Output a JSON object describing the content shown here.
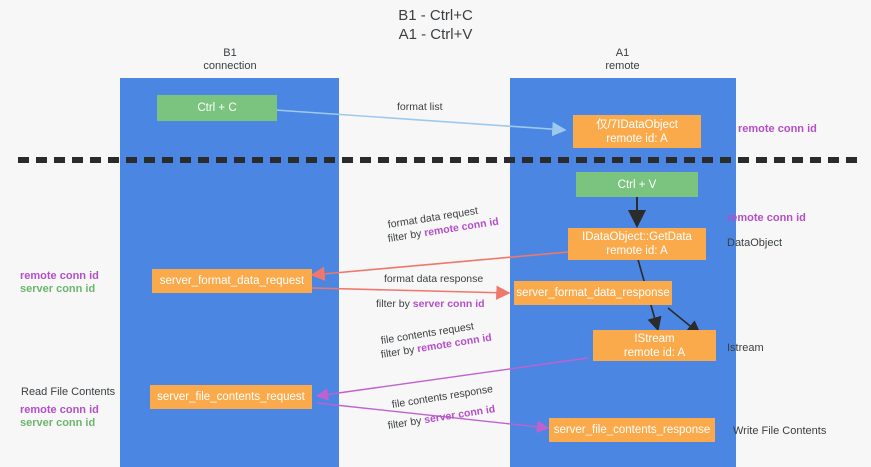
{
  "title": "B1 - Ctrl+C\nA1 - Ctrl+V",
  "columns": {
    "left": {
      "name": "B1",
      "role": "connection",
      "text": "B1\nconnection"
    },
    "right": {
      "name": "A1",
      "role": "remote",
      "text": "A1\nremote"
    }
  },
  "colors": {
    "lane": "#4a86e2",
    "green_node": "#7ac47f",
    "orange_node": "#fbaa4b",
    "background": "#f7f7f7",
    "remote_conn_id": "#b44fc8",
    "server_conn_id": "#6db56d",
    "divider": "#2b2b2b",
    "arrow_format_list": "#9ec9ee",
    "arrow_format_data": "#f0776c",
    "arrow_get_data": "#2b2b2b",
    "arrow_file_contents": "#c061d0"
  },
  "nodes": {
    "ctrl_c": {
      "label": "Ctrl + C",
      "style": "green"
    },
    "idataobject_remote": {
      "label": "仅/7IDataObject\nremote id: A",
      "style": "orange"
    },
    "ctrl_v": {
      "label": "Ctrl + V",
      "style": "green"
    },
    "idataobject_getdata": {
      "label": "IDataObject::GetData\nremote id: A",
      "style": "orange"
    },
    "server_format_data_request": {
      "label": "server_format_data_request",
      "style": "orange"
    },
    "server_format_data_response": {
      "label": "server_format_data_response",
      "style": "orange"
    },
    "istream": {
      "label": "IStream\nremote id: A",
      "style": "orange"
    },
    "server_file_contents_request": {
      "label": "server_file_contents_request",
      "style": "orange"
    },
    "server_file_contents_response": {
      "label": "server_file_contents_response",
      "style": "orange"
    }
  },
  "edges": {
    "format_list": {
      "label": "format list"
    },
    "format_data_request": {
      "label": "format data request"
    },
    "format_data_filter": {
      "prefix": "filter by ",
      "token": "remote conn id"
    },
    "format_data_response": {
      "label": "format data response"
    },
    "format_resp_filter": {
      "prefix": "filter by ",
      "token": "server conn id"
    },
    "file_contents_request": {
      "label": "file contents request"
    },
    "file_req_filter": {
      "prefix": "filter by ",
      "token": "remote conn id"
    },
    "file_contents_response": {
      "label": "file contents response"
    },
    "file_resp_filter": {
      "prefix": "filter by ",
      "token": "server conn id"
    }
  },
  "annotations": {
    "right_remote_conn_id_top": "remote conn id",
    "right_remote_conn_id_mid": "remote conn id",
    "right_dataobject": "DataObject",
    "right_istream": "Istream",
    "right_write_file_contents": "Write File Contents",
    "left_remote_conn_id_mid": "remote conn id",
    "left_server_conn_id_mid": "server conn id",
    "left_read_file_contents": "Read File Contents",
    "left_remote_conn_id_bot": "remote conn id",
    "left_server_conn_id_bot": "server conn id"
  }
}
